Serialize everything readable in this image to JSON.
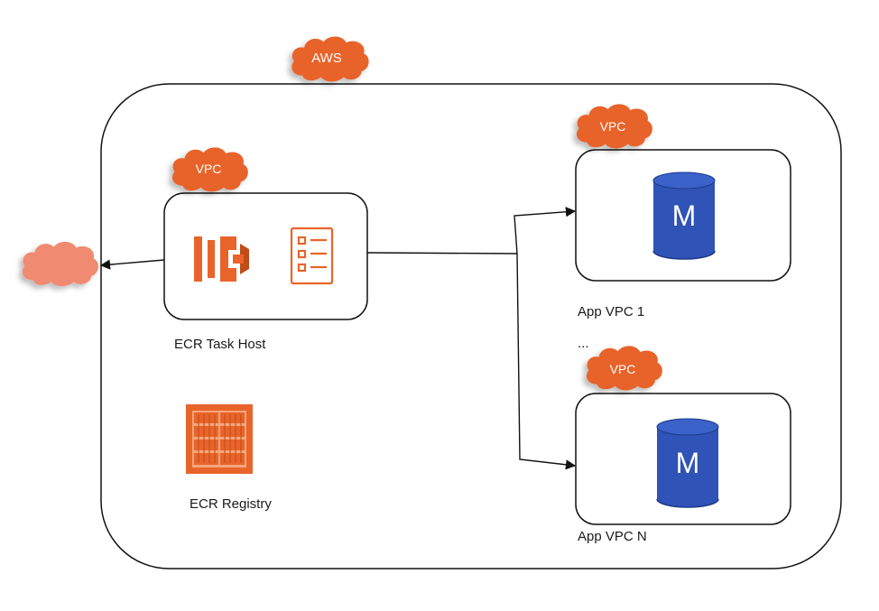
{
  "aws_cloud": {
    "label": "AWS"
  },
  "vpc_clouds": [
    {
      "label": "VPC"
    },
    {
      "label": "VPC"
    },
    {
      "label": "VPC"
    }
  ],
  "task_host": {
    "label": "ECR Task Host"
  },
  "registry": {
    "label": "ECR Registry"
  },
  "app_vpcs": [
    {
      "label": "App VPC 1",
      "db_letter": "M"
    },
    {
      "label": "App VPC N",
      "db_letter": "M"
    }
  ],
  "ellipsis": "...",
  "colors": {
    "aws_orange": "#e8642a",
    "aws_orange_dark": "#c04c16",
    "external_cloud": "#f08a70",
    "db_blue": "#2f53b6",
    "db_blue_dark": "#1e3a8c",
    "line": "#111111"
  }
}
